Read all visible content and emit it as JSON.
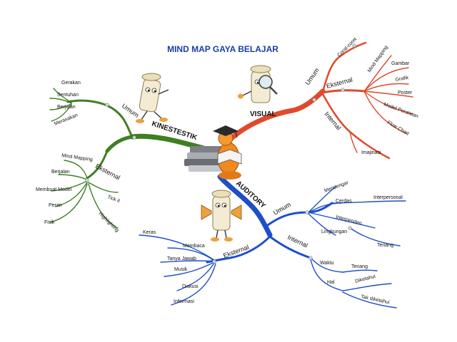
{
  "title": "MIND MAP GAYA BELAJAR",
  "colors": {
    "title": "#1a3ea8",
    "kinestetik": "#3f7f23",
    "visual": "#e04a2c",
    "auditory": "#1f4fc8"
  },
  "center_icon": "student-reading-icon",
  "kinestetik": {
    "label": "KINESTESTIK",
    "icon": "running-scroll-character-icon",
    "umum": {
      "label": "Umum",
      "items": [
        "Gerakan",
        "Sentuhan",
        "Berjalan",
        "Merasakan"
      ]
    },
    "eksternal": {
      "label": "Eksternal",
      "items": [
        "Mind Mapping",
        "Berjalan",
        "Membuat Model",
        "Peran",
        "Fisik",
        "Tick it",
        "Highlighting"
      ]
    }
  },
  "visual": {
    "label": "VISUAL",
    "icon": "magnifier-scroll-character-icon",
    "umum": {
      "label": "Umum",
      "items": [
        "Corat-coret"
      ]
    },
    "eksternal": {
      "label": "Eksternal",
      "items": [
        "Mind Mapping",
        "Gambar",
        "Grafik",
        "Poster",
        "Model Peralatan",
        "Flow Chart"
      ]
    },
    "internal": {
      "label": "Internal",
      "items": [
        "Imajinasi"
      ]
    }
  },
  "auditory": {
    "label": "AUDITORY",
    "icon": "megaphone-scroll-character-icon",
    "umum": {
      "label": "Umum",
      "items": [
        "Mendengar",
        "Cerdas",
        "Interpersonal",
        "Interpenden",
        "Lingkungan",
        "Tenang"
      ]
    },
    "internal": {
      "label": "Internal",
      "items": [
        "Waktu",
        "Tenang",
        "Hal",
        "Diketahui",
        "Tak diketahui"
      ]
    },
    "eksternal": {
      "label": "Eksternal",
      "items": [
        "Keras",
        "Membaca",
        "Tanya Jawab",
        "Musik",
        "Diskusi",
        "Informasi"
      ]
    }
  }
}
